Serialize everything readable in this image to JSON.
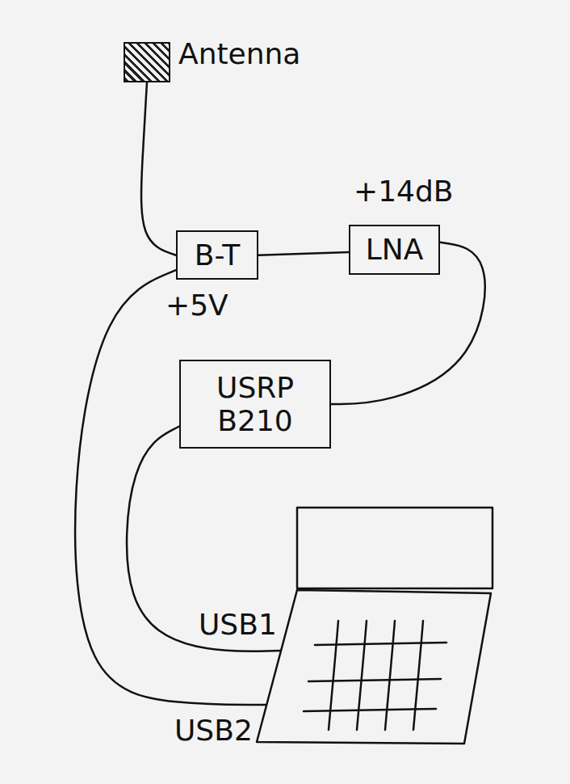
{
  "diagram": {
    "nodes": [
      {
        "text": [
          "Antenna"
        ]
      },
      {
        "text": [
          "B-T",
          "+5V"
        ]
      },
      {
        "text": [
          "LNA",
          "+14dB"
        ]
      },
      {
        "text": [
          "USRP B210"
        ]
      },
      {
        "text": [
          "USB1",
          "USB2"
        ]
      }
    ],
    "edges": [
      {
        "from": 0,
        "to": 1,
        "arrow": "none"
      },
      {
        "from": 1,
        "to": 2,
        "arrow": "none"
      },
      {
        "from": 2,
        "to": 3,
        "arrow": "none"
      },
      {
        "from": 3,
        "to": 4,
        "arrow": "none"
      },
      {
        "from": 1,
        "to": 4,
        "arrow": "none"
      }
    ]
  }
}
